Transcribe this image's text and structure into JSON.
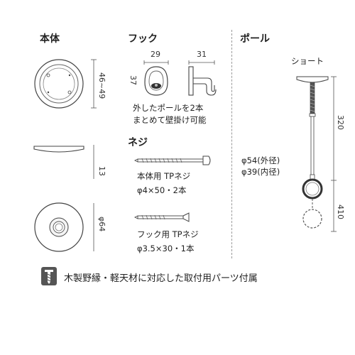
{
  "sections": {
    "body": {
      "title": "本体",
      "dims": {
        "height": "46~49",
        "thickness": "13",
        "diameter": "φ64"
      }
    },
    "hook": {
      "title": "フック",
      "dims": {
        "width_a": "29",
        "width_b": "31",
        "height": "37"
      },
      "note_lines": [
        "外したポールを2本",
        "まとめて壁掛け可能"
      ]
    },
    "screw": {
      "title": "ネジ",
      "items": [
        {
          "label": "本体用 TPネジ",
          "size": "φ4×50・2本"
        },
        {
          "label": "フック用 TPネジ",
          "size": "φ3.5×30・1本"
        }
      ]
    },
    "pole": {
      "title": "ポール",
      "variant": "ショート",
      "dims": {
        "length": "320",
        "extend": "410"
      },
      "diameters": {
        "outer": "φ54(外径)",
        "inner": "φ39(内径)"
      }
    }
  },
  "footer": {
    "text": "木製野縁・軽天材に対応した取付用パーツ付属",
    "icon": "screw-icon"
  }
}
